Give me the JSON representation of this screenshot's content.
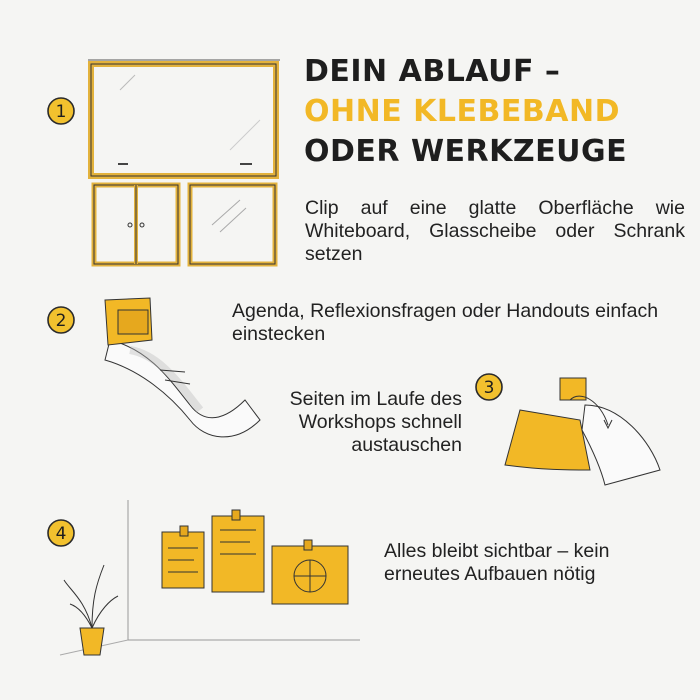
{
  "heading": {
    "line1": "DEIN ABLAUF –",
    "line2": "OHNE KLEBEBAND",
    "line3": "ODER WERKZEUGE"
  },
  "steps": [
    {
      "number": "1",
      "text": "Clip auf eine glatte Oberfläche wie Whiteboard, Glasscheibe oder Schrank setzen"
    },
    {
      "number": "2",
      "text": "Agenda, Reflexionsfragen oder Handouts einfach einstecken"
    },
    {
      "number": "3",
      "text": "Seiten im Laufe des Workshops schnell austauschen"
    },
    {
      "number": "4",
      "text": "Alles bleibt sichtbar – kein erneutes Aufbauen nötig"
    }
  ],
  "colors": {
    "accent": "#f2b826",
    "text": "#1e1e1e",
    "background": "#f5f5f3"
  }
}
